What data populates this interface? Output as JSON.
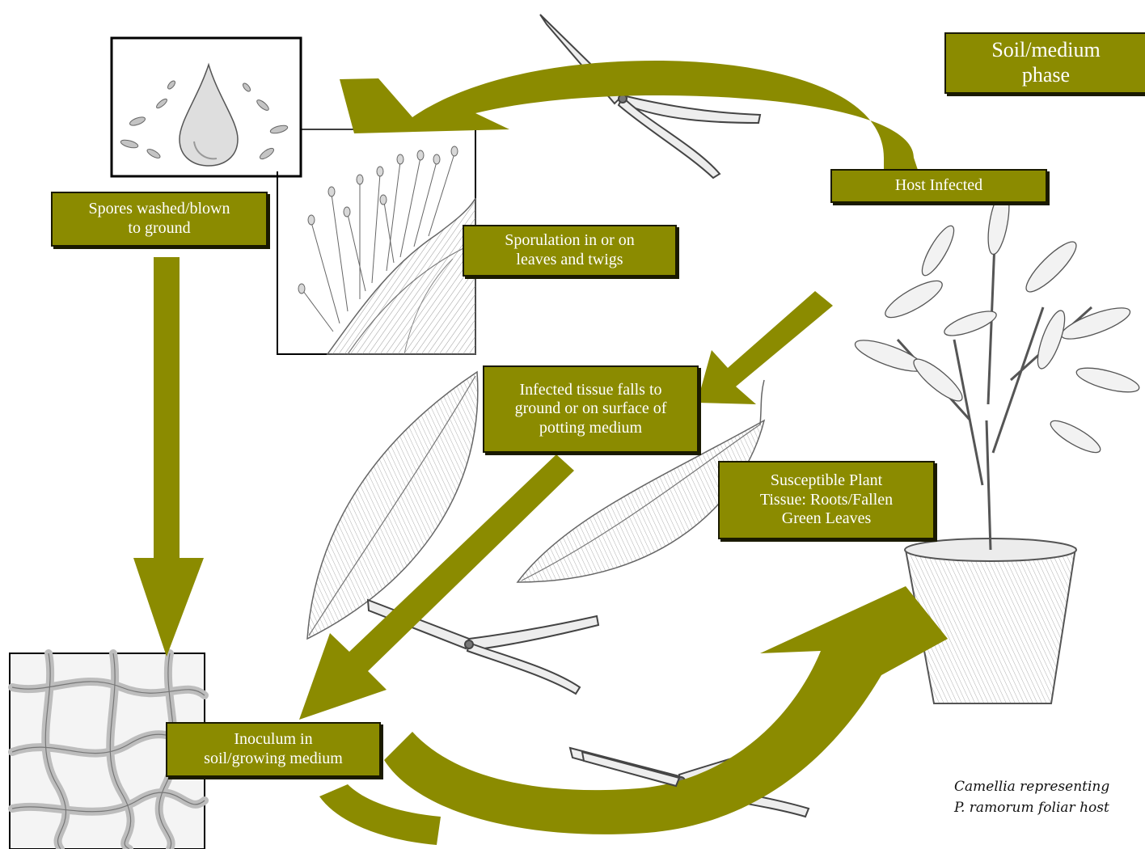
{
  "colors": {
    "arrow": "#8b8b00",
    "box_fill": "#8b8b00",
    "box_border": "#1a1a00",
    "box_text": "#ffffff",
    "sketch": "#555555"
  },
  "illustrations": [
    "water-droplet",
    "sporangia-on-leaf",
    "mycelium-in-soil",
    "potted-camellia",
    "fallen-leaf",
    "pruning-shears"
  ],
  "labels": {
    "soil_phase": [
      "Soil/medium",
      "phase"
    ],
    "host_infected": [
      "Host Infected"
    ],
    "sporulation": [
      "Sporulation in or on",
      "leaves and twigs"
    ],
    "spores_washed": [
      "Spores washed/blown",
      "to ground"
    ],
    "infected_tissue": [
      "Infected tissue falls to",
      "ground or on surface of",
      "potting medium"
    ],
    "susceptible": [
      "Susceptible Plant",
      "Tissue: Roots/Fallen",
      "Green Leaves"
    ],
    "inoculum": [
      "Inoculum in",
      "soil/growing medium"
    ]
  },
  "caption": [
    "Camellia representing",
    "P. ramorum foliar host"
  ]
}
